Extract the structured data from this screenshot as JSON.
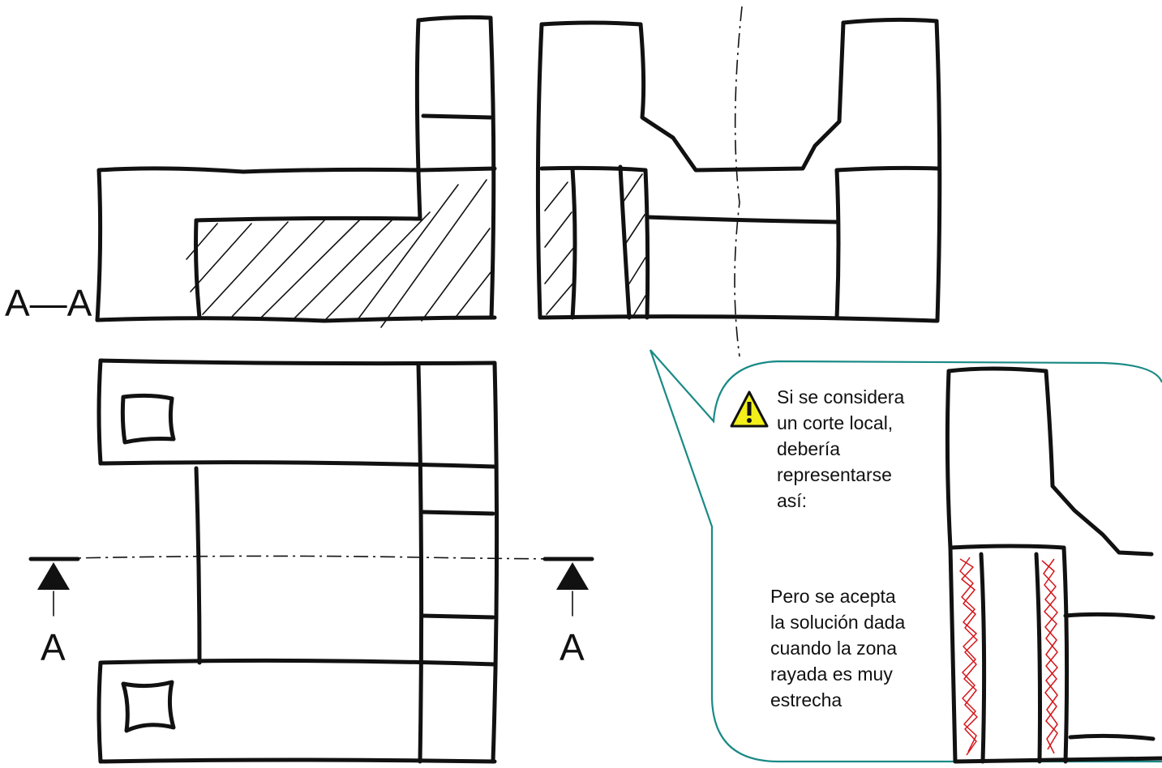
{
  "section_label": "A—A",
  "cut_marks": {
    "left": "A",
    "right": "A"
  },
  "callout": {
    "icon": "warning-icon",
    "text_lines": [
      "Si se considera",
      "un corte local,",
      "debería",
      "representarse",
      "así:"
    ],
    "note_lines": [
      "Pero se acepta",
      "la solución dada",
      "cuando la zona",
      "rayada es muy",
      "estrecha"
    ],
    "border_color": "#1a8a86",
    "hatch_color": "#d4161b",
    "icon_color": "#f2ef1a"
  }
}
